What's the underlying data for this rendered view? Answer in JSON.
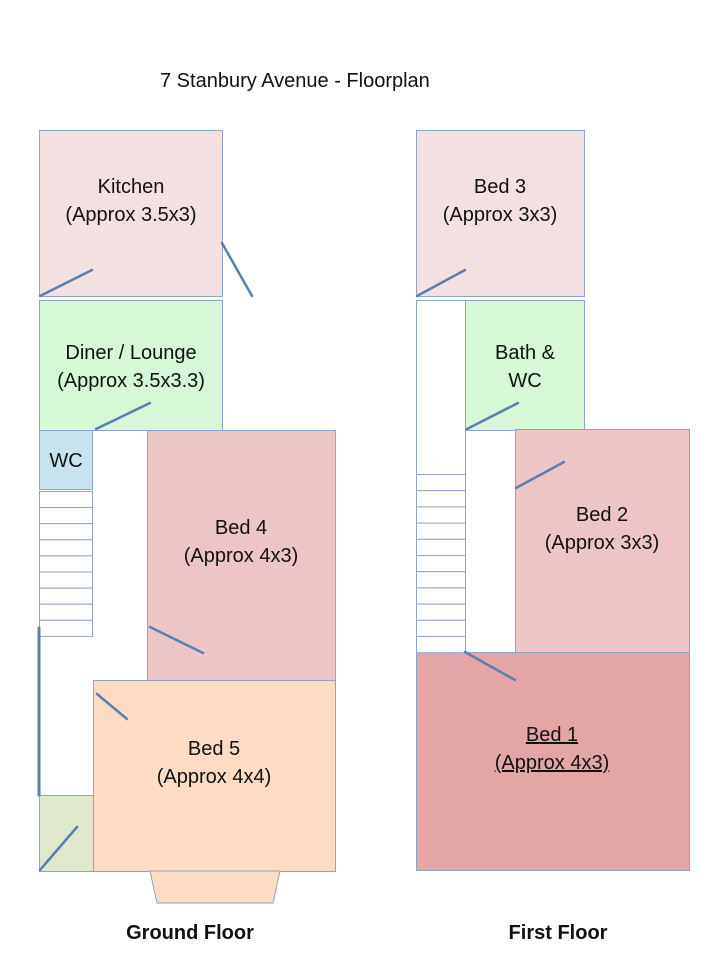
{
  "title": "7 Stanbury Avenue - Floorplan",
  "colors": {
    "wall_stroke": "#8ea4c8",
    "door_stroke": "#5b7fb0",
    "kitchen": "#f3e0e0",
    "diner": "#d6f8d6",
    "wc": "#c8e3ee",
    "bed4": "#ecc6c6",
    "bed5": "#fcdcc4",
    "porch": "#dfe8cd",
    "bed3": "#f3e0e0",
    "bath": "#d6f8d6",
    "bed2": "#ecc6c6",
    "bed1": "#e2a6a6"
  },
  "floors": {
    "ground": {
      "label": "Ground Floor",
      "rooms": {
        "kitchen": {
          "name": "Kitchen",
          "size": "(Approx 3.5x3)"
        },
        "diner": {
          "name": "Diner / Lounge",
          "size": "(Approx 3.5x3.3)"
        },
        "wc": {
          "name": "WC"
        },
        "bed4": {
          "name": "Bed 4",
          "size": "(Approx 4x3)"
        },
        "bed5": {
          "name": "Bed 5",
          "size": "(Approx 4x4)"
        }
      },
      "stair_steps": 9
    },
    "first": {
      "label": "First Floor",
      "rooms": {
        "bed3": {
          "name": "Bed 3",
          "size": "(Approx 3x3)"
        },
        "bath": {
          "name": "Bath &",
          "size": "WC"
        },
        "bed2": {
          "name": "Bed 2",
          "size": "(Approx 3x3)"
        },
        "bed1": {
          "name": "Bed 1",
          "size": "(Approx 4x3)"
        }
      },
      "stair_steps": 11
    }
  }
}
